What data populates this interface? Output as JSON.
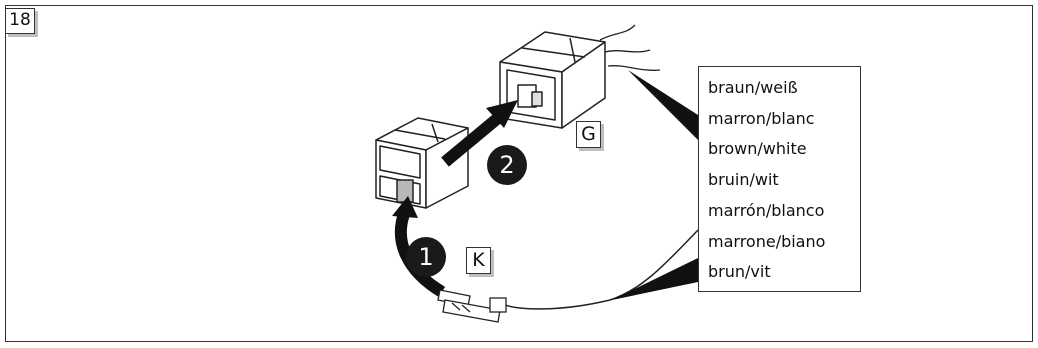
{
  "step": {
    "number": "18"
  },
  "callouts": {
    "connector_g": "G",
    "connector_k": "K"
  },
  "steps": {
    "first": "1",
    "second": "2"
  },
  "wire_colors": [
    "braun/weiß",
    "marron/blanc",
    "brown/white",
    "bruin/wit",
    "marrón/blanco",
    "marrone/biano",
    "brun/vit"
  ]
}
